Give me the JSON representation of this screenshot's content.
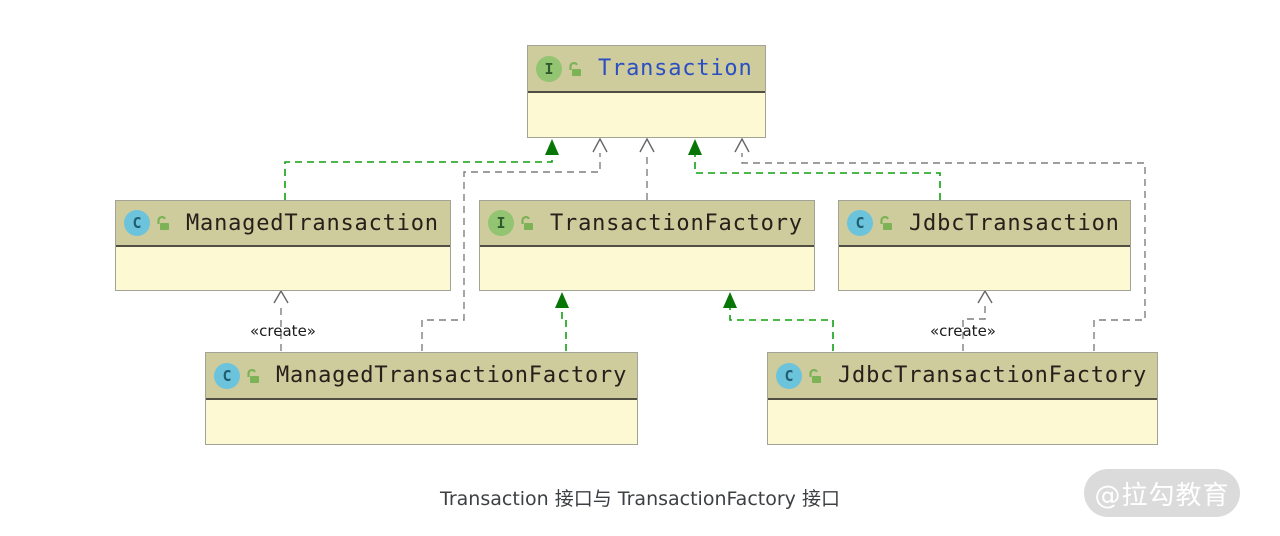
{
  "diagram": {
    "nodes": {
      "transaction": {
        "label": "Transaction",
        "kind": "interface",
        "icon_letter": "I",
        "visibility": "public"
      },
      "managed_transaction": {
        "label": "ManagedTransaction",
        "kind": "class",
        "icon_letter": "C",
        "visibility": "public"
      },
      "transaction_factory": {
        "label": "TransactionFactory",
        "kind": "interface",
        "icon_letter": "I",
        "visibility": "public"
      },
      "jdbc_transaction": {
        "label": "JdbcTransaction",
        "kind": "class",
        "icon_letter": "C",
        "visibility": "public"
      },
      "managed_transaction_factory": {
        "label": "ManagedTransactionFactory",
        "kind": "class",
        "icon_letter": "C",
        "visibility": "public"
      },
      "jdbc_transaction_factory": {
        "label": "JdbcTransactionFactory",
        "kind": "class",
        "icon_letter": "C",
        "visibility": "public"
      }
    },
    "edges": [
      {
        "from": "ManagedTransaction",
        "to": "Transaction",
        "type": "implements"
      },
      {
        "from": "ManagedTransactionFactory",
        "to": "Transaction",
        "type": "dependency"
      },
      {
        "from": "TransactionFactory",
        "to": "Transaction",
        "type": "dependency"
      },
      {
        "from": "JdbcTransaction",
        "to": "Transaction",
        "type": "implements"
      },
      {
        "from": "JdbcTransactionFactory",
        "to": "Transaction",
        "type": "dependency"
      },
      {
        "from": "ManagedTransactionFactory",
        "to": "ManagedTransaction",
        "type": "create"
      },
      {
        "from": "JdbcTransactionFactory",
        "to": "JdbcTransaction",
        "type": "create"
      },
      {
        "from": "ManagedTransactionFactory",
        "to": "TransactionFactory",
        "type": "implements"
      },
      {
        "from": "JdbcTransactionFactory",
        "to": "TransactionFactory",
        "type": "implements"
      }
    ],
    "edge_labels": {
      "create_left": "«create»",
      "create_right": "«create»"
    },
    "colors": {
      "header_fill": "#cecb9c",
      "body_fill": "#fdf9d3",
      "implements_green": "#10a010",
      "triangle_green": "#077607",
      "dependency_gray": "#7f7f7f",
      "interface_icon": "#92c471",
      "class_icon": "#6cc3dc",
      "hub_title_blue": "#2b4fc2"
    }
  },
  "caption": "Transaction 接口与 TransactionFactory 接口",
  "watermark": "@拉勾教育"
}
